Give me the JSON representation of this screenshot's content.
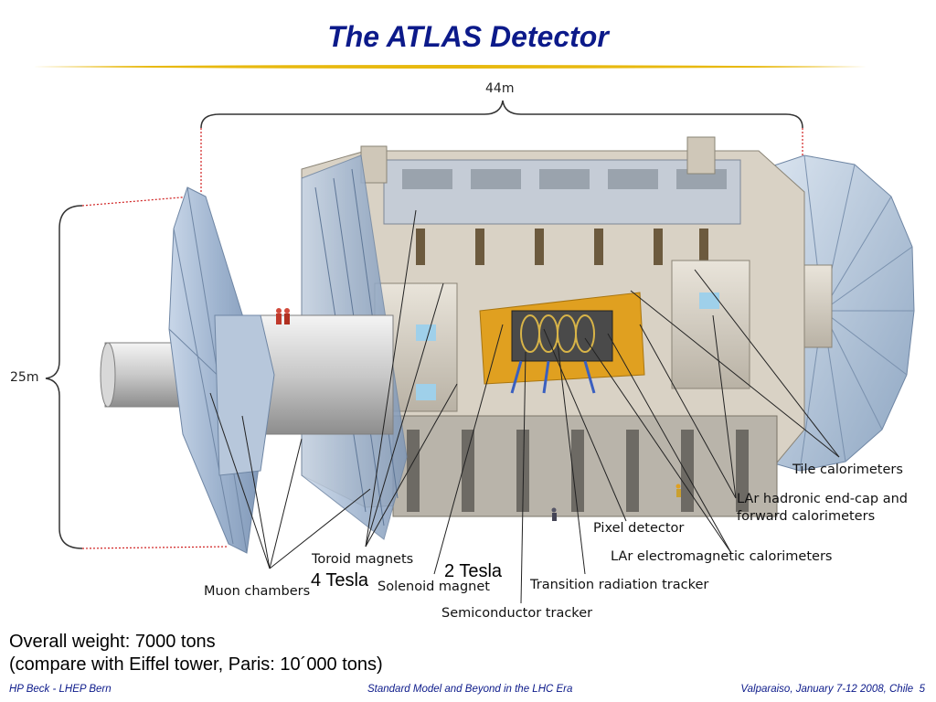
{
  "slide": {
    "title": "The ATLAS Detector",
    "dimensions": {
      "length": "44m",
      "height": "25m"
    },
    "labels": {
      "tile": "Tile calorimeters",
      "lar_hadronic_1": "LAr hadronic end-cap and",
      "lar_hadronic_2": "forward calorimeters",
      "pixel": "Pixel detector",
      "lar_em": "LAr electromagnetic calorimeters",
      "toroid": "Toroid magnets",
      "muon": "Muon chambers",
      "solenoid": "Solenoid magnet",
      "trt": "Transition radiation tracker",
      "sct": "Semiconductor tracker"
    },
    "field_strengths": {
      "toroid": "4 Tesla",
      "solenoid": "2 Tesla"
    },
    "body_lines": [
      "Overall weight: 7000 tons",
      "(compare with Eiffel tower, Paris: 10´000 tons)"
    ],
    "footer": {
      "left": "HP Beck - LHEP Bern",
      "center": "Standard Model and Beyond in the LHC Era",
      "right": "Valparaiso, January 7-12 2008, Chile  5"
    }
  },
  "colors": {
    "title": "#0c1a8a",
    "rule": "#e8b90f",
    "detector_panel": "#a9bdd6",
    "calorimeter": "#e0a020"
  }
}
